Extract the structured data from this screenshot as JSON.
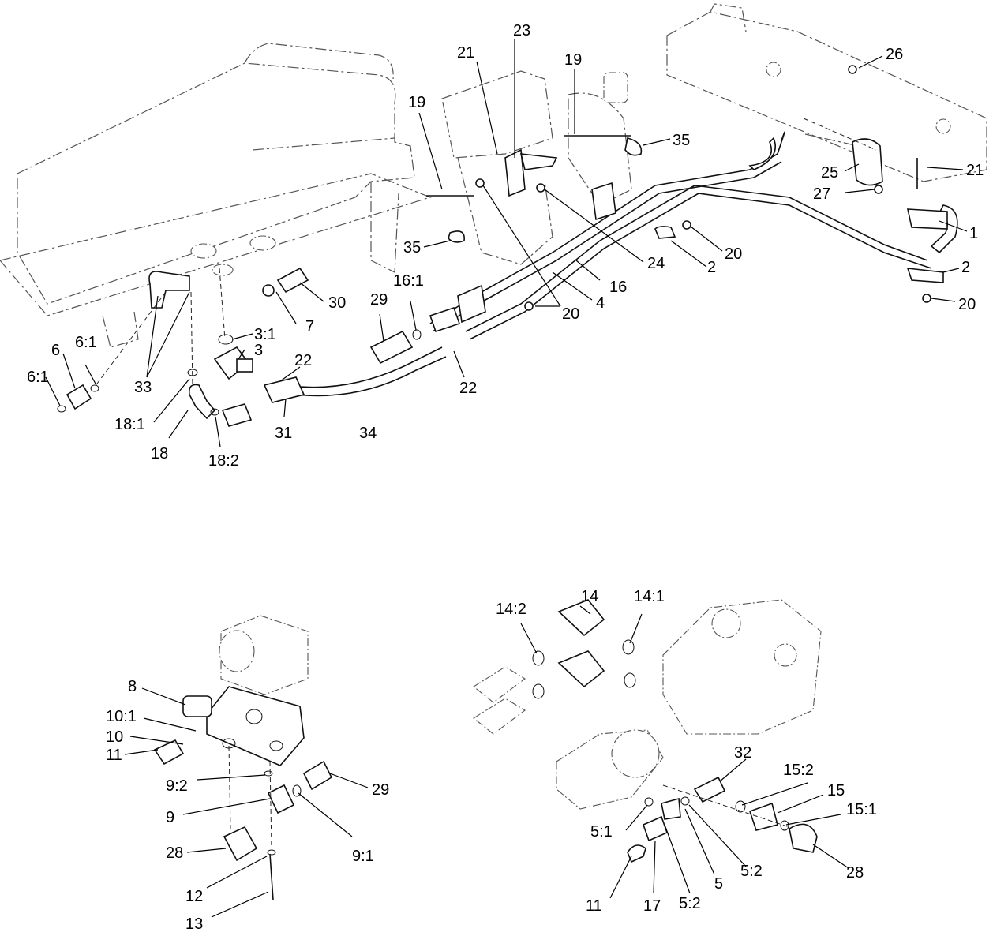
{
  "callouts": [
    "1",
    "2",
    "2",
    "3",
    "3:1",
    "4",
    "5",
    "5:1",
    "5:2",
    "5:2",
    "6",
    "6:1",
    "6:1",
    "7",
    "8",
    "9",
    "9:1",
    "9:2",
    "10",
    "10:1",
    "11",
    "11",
    "12",
    "13",
    "14",
    "14:1",
    "14:2",
    "15",
    "15:1",
    "15:2",
    "16",
    "16:1",
    "17",
    "18",
    "18:1",
    "18:2",
    "19",
    "19",
    "20",
    "20",
    "20",
    "21",
    "21",
    "22",
    "22",
    "23",
    "24",
    "25",
    "26",
    "27",
    "28",
    "28",
    "29",
    "29",
    "30",
    "31",
    "32",
    "33",
    "34",
    "35",
    "35"
  ]
}
